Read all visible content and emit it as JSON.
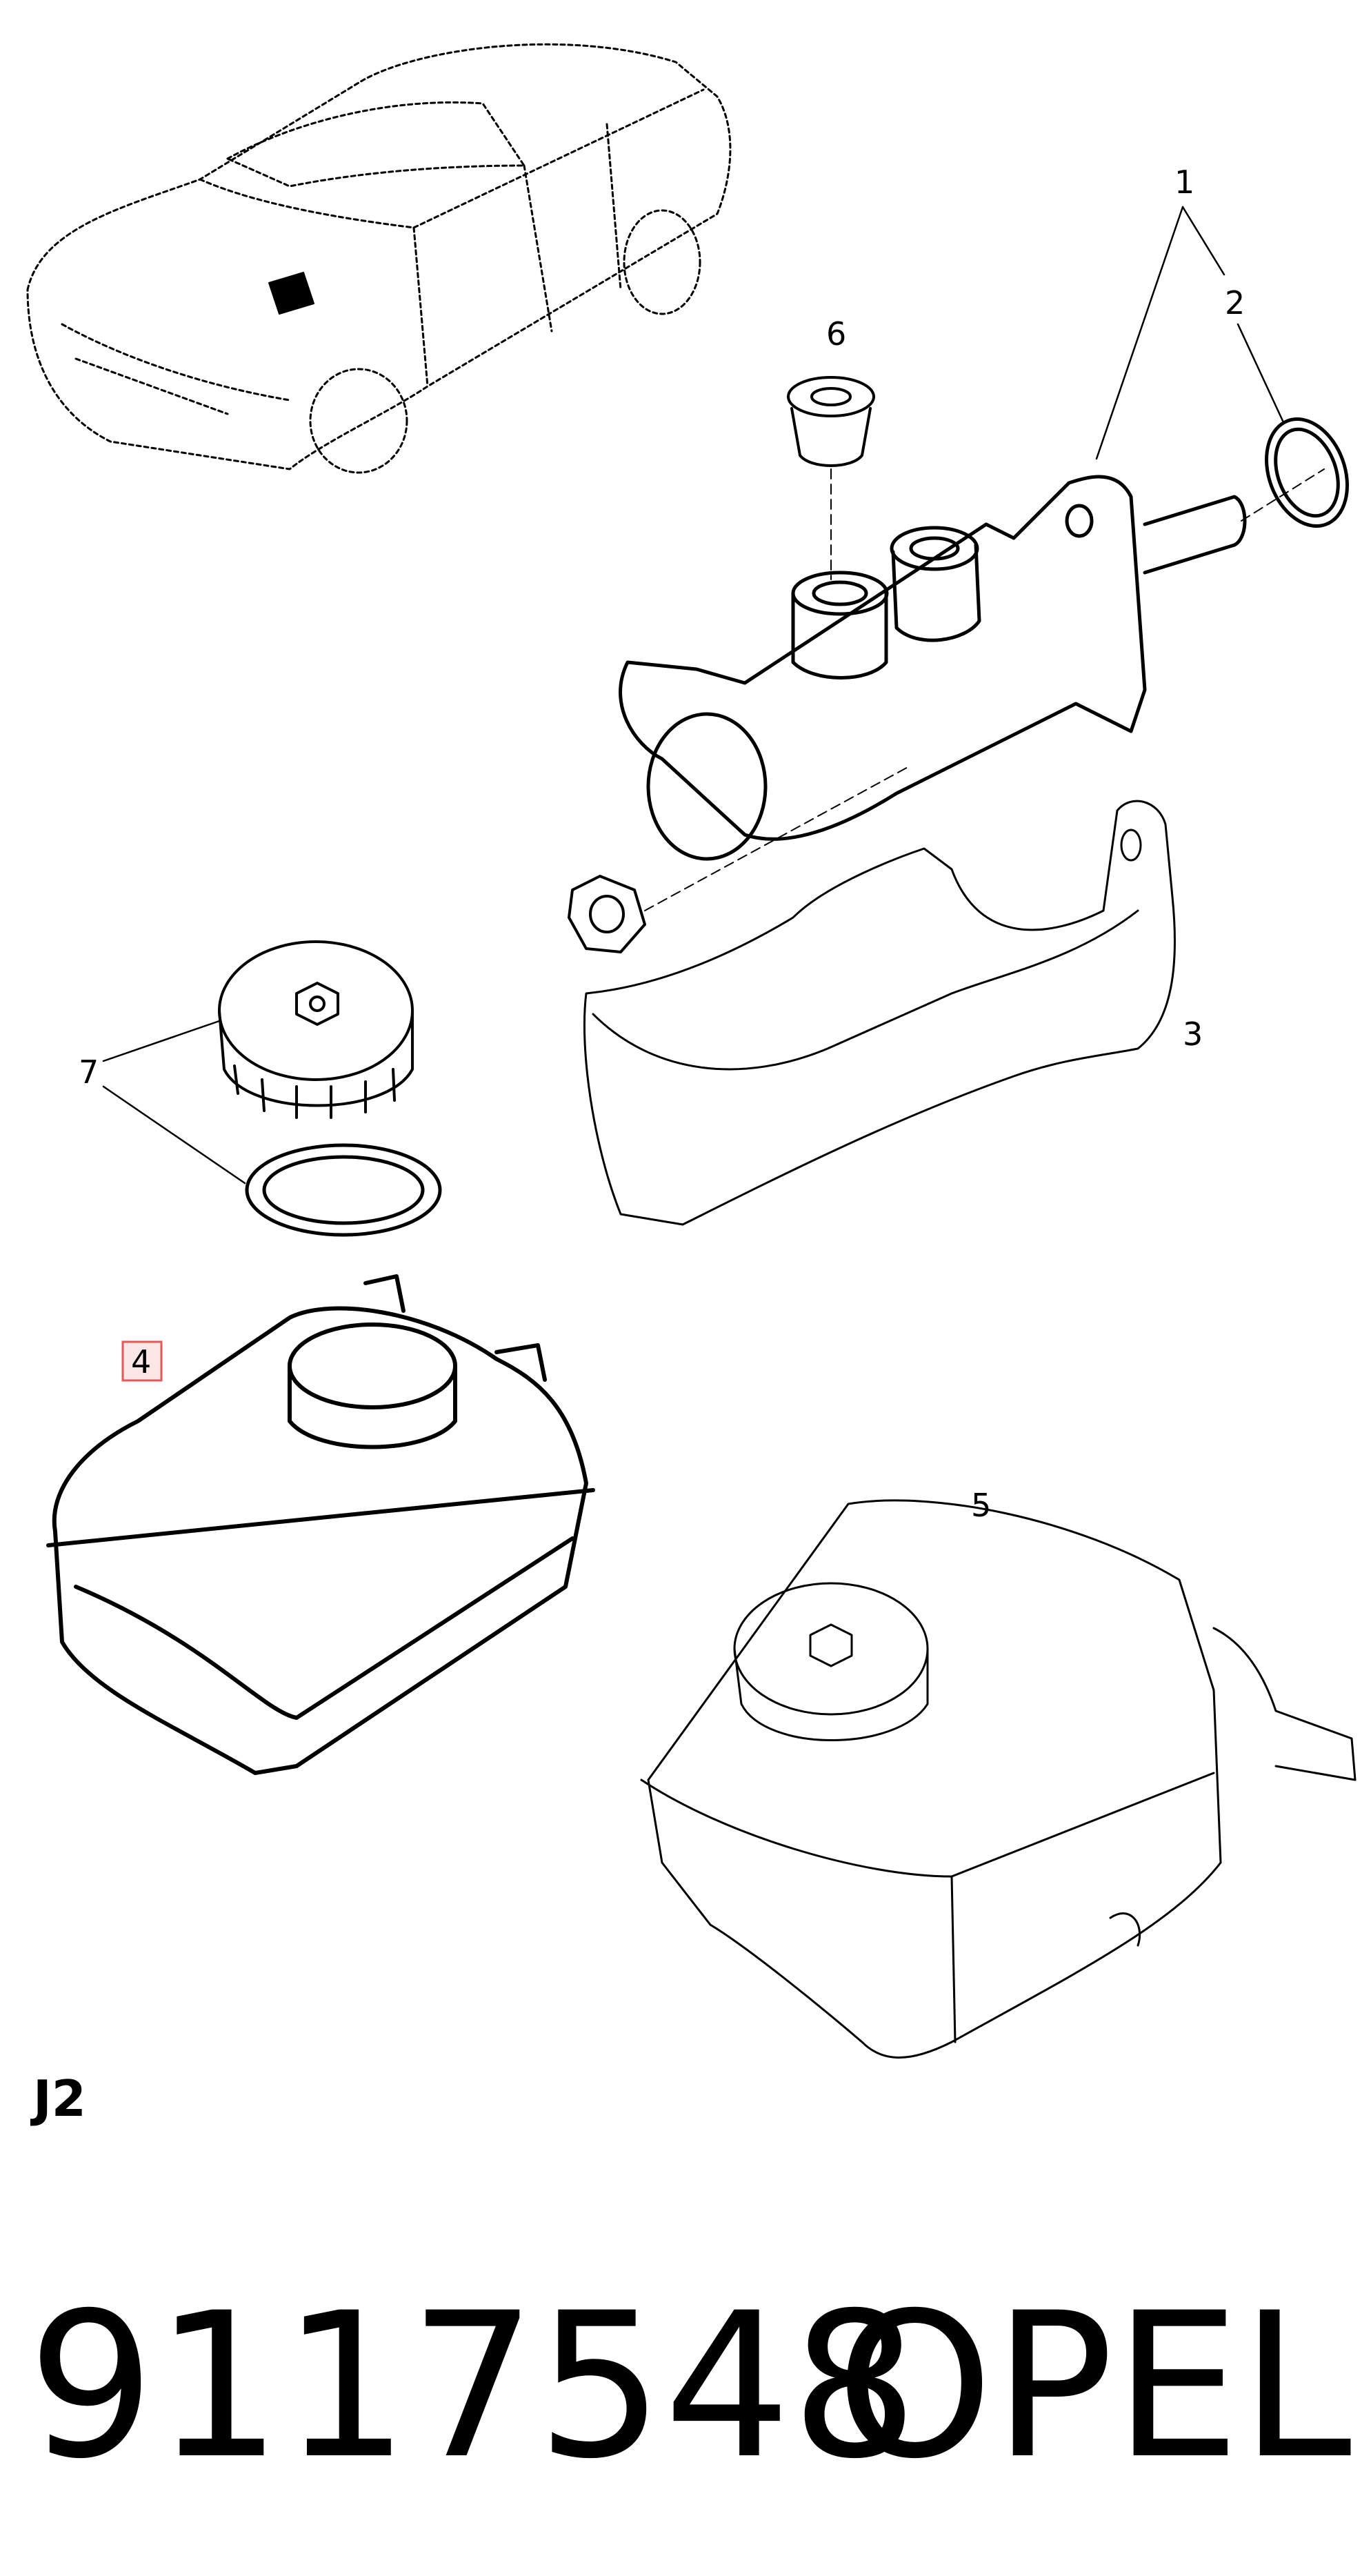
{
  "callouts": {
    "c1": "1",
    "c2": "2",
    "c3": "3",
    "c4": "4",
    "c5": "5",
    "c6": "6",
    "c7": "7"
  },
  "section_code": "J2",
  "part_number": "9117548",
  "brand": "OPEL",
  "colors": {
    "line": "#000000",
    "highlight_border": "#e05a5a",
    "highlight_fill": "#fde6e6"
  }
}
